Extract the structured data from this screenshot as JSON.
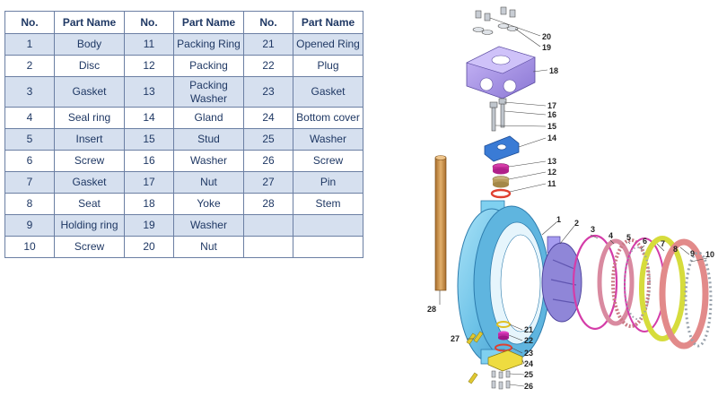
{
  "table": {
    "headers": [
      "No.",
      "Part Name",
      "No.",
      "Part Name",
      "No.",
      "Part Name"
    ],
    "rows": [
      [
        "1",
        "Body",
        "11",
        "Packing Ring",
        "21",
        "Opened Ring"
      ],
      [
        "2",
        "Disc",
        "12",
        "Packing",
        "22",
        "Plug"
      ],
      [
        "3",
        "Gasket",
        "13",
        "Packing Washer",
        "23",
        "Gasket"
      ],
      [
        "4",
        "Seal ring",
        "14",
        "Gland",
        "24",
        "Bottom cover"
      ],
      [
        "5",
        "Insert",
        "15",
        "Stud",
        "25",
        "Washer"
      ],
      [
        "6",
        "Screw",
        "16",
        "Washer",
        "26",
        "Screw"
      ],
      [
        "7",
        "Gasket",
        "17",
        "Nut",
        "27",
        "Pin"
      ],
      [
        "8",
        "Seat",
        "18",
        "Yoke",
        "28",
        "Stem"
      ],
      [
        "9",
        "Holding ring",
        "19",
        "Washer",
        "",
        ""
      ],
      [
        "10",
        "Screw",
        "20",
        "Nut",
        "",
        ""
      ]
    ]
  },
  "callouts": [
    "20",
    "19",
    "18",
    "17",
    "16",
    "15",
    "14",
    "13",
    "12",
    "11",
    "1",
    "2",
    "3",
    "4",
    "5",
    "6",
    "7",
    "8",
    "9",
    "10",
    "28",
    "21",
    "22",
    "23",
    "24",
    "25",
    "26",
    "27"
  ],
  "colors": {
    "header_text": "#1f3864",
    "row_shade": "#d6e0ef",
    "body": "#6ec3e8",
    "disc": "#8f86d8",
    "yoke": "#a994ea",
    "gasket": "#d43ca8",
    "seal_ring": "#d98aa0",
    "seat": "#d6dc3c",
    "holding_ring": "#e28a8a",
    "stem": "#c8944a",
    "bottom_cover": "#eedc40",
    "gland": "#3a7bd5"
  }
}
